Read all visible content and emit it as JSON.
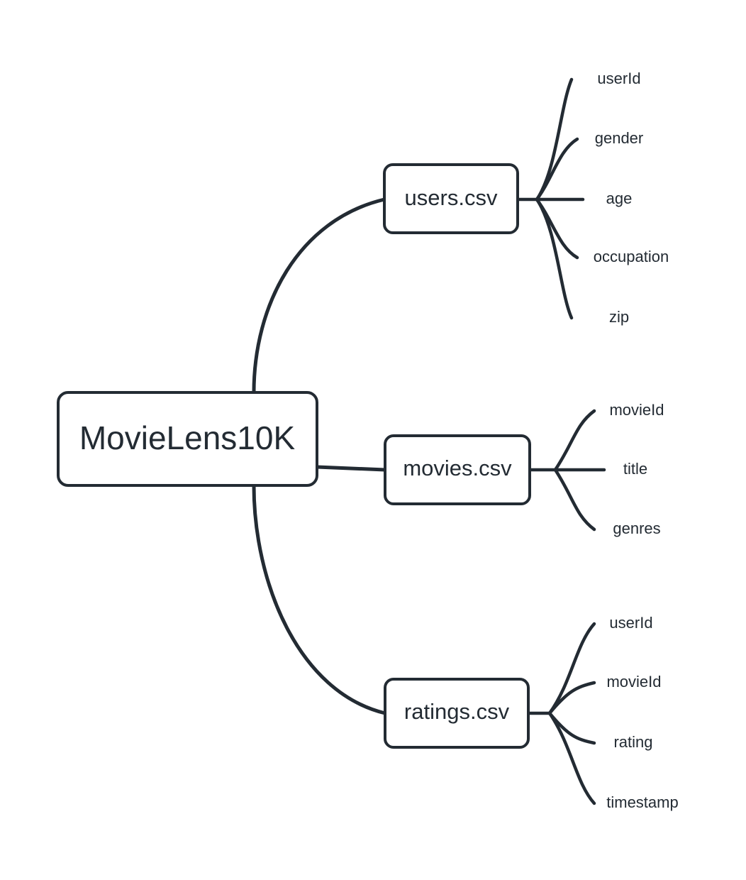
{
  "diagram": {
    "type": "mindmap",
    "background_color": "#ffffff",
    "stroke_color": "#232b33",
    "node_fill": "#ffffff",
    "root": {
      "label": "MovieLens10K"
    },
    "branches": [
      {
        "label": "users.csv",
        "leaves": [
          {
            "label": "userId"
          },
          {
            "label": "gender"
          },
          {
            "label": "age"
          },
          {
            "label": "occupation"
          },
          {
            "label": "zip"
          }
        ]
      },
      {
        "label": "movies.csv",
        "leaves": [
          {
            "label": "movieId"
          },
          {
            "label": "title"
          },
          {
            "label": "genres"
          }
        ]
      },
      {
        "label": "ratings.csv",
        "leaves": [
          {
            "label": "userId"
          },
          {
            "label": "movieId"
          },
          {
            "label": "rating"
          },
          {
            "label": "timestamp"
          }
        ]
      }
    ]
  }
}
